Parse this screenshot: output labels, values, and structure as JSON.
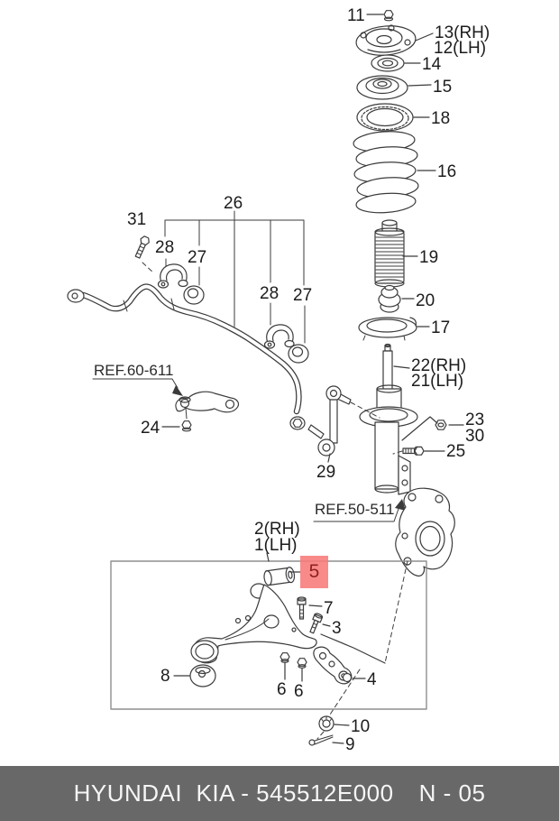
{
  "diagram": {
    "footer": {
      "brand": "HYUNDAI  KIA - 545512E000",
      "page": "N - 05"
    },
    "refs": {
      "ref60": "REF.60-611",
      "ref50": "REF.50-511"
    },
    "callouts": {
      "c11": "11",
      "c13": "13(RH)",
      "c12": "12(LH)",
      "c14": "14",
      "c15": "15",
      "c18": "18",
      "c16": "16",
      "c19": "19",
      "c20": "20",
      "c17": "17",
      "c22": "22(RH)",
      "c21": "21(LH)",
      "c23": "23",
      "c30": "30",
      "c25": "25",
      "c29": "29",
      "c31": "31",
      "c28a": "28",
      "c27a": "27",
      "c26": "26",
      "c28b": "28",
      "c27b": "27",
      "c24": "24",
      "c2": "2(RH)",
      "c1": "1(LH)",
      "c5": "5",
      "c7": "7",
      "c3": "3",
      "c8": "8",
      "c6a": "6",
      "c6b": "6",
      "c4": "4",
      "c10": "10",
      "c9": "9"
    },
    "highlighted_part": "5",
    "colors": {
      "highlight_bg": "rgba(248,122,122,.88)",
      "highlight_text": "#8e2222",
      "footer_bg": "#686868",
      "footer_text": "#f6f6f6",
      "line": "#3b3b3b"
    }
  }
}
